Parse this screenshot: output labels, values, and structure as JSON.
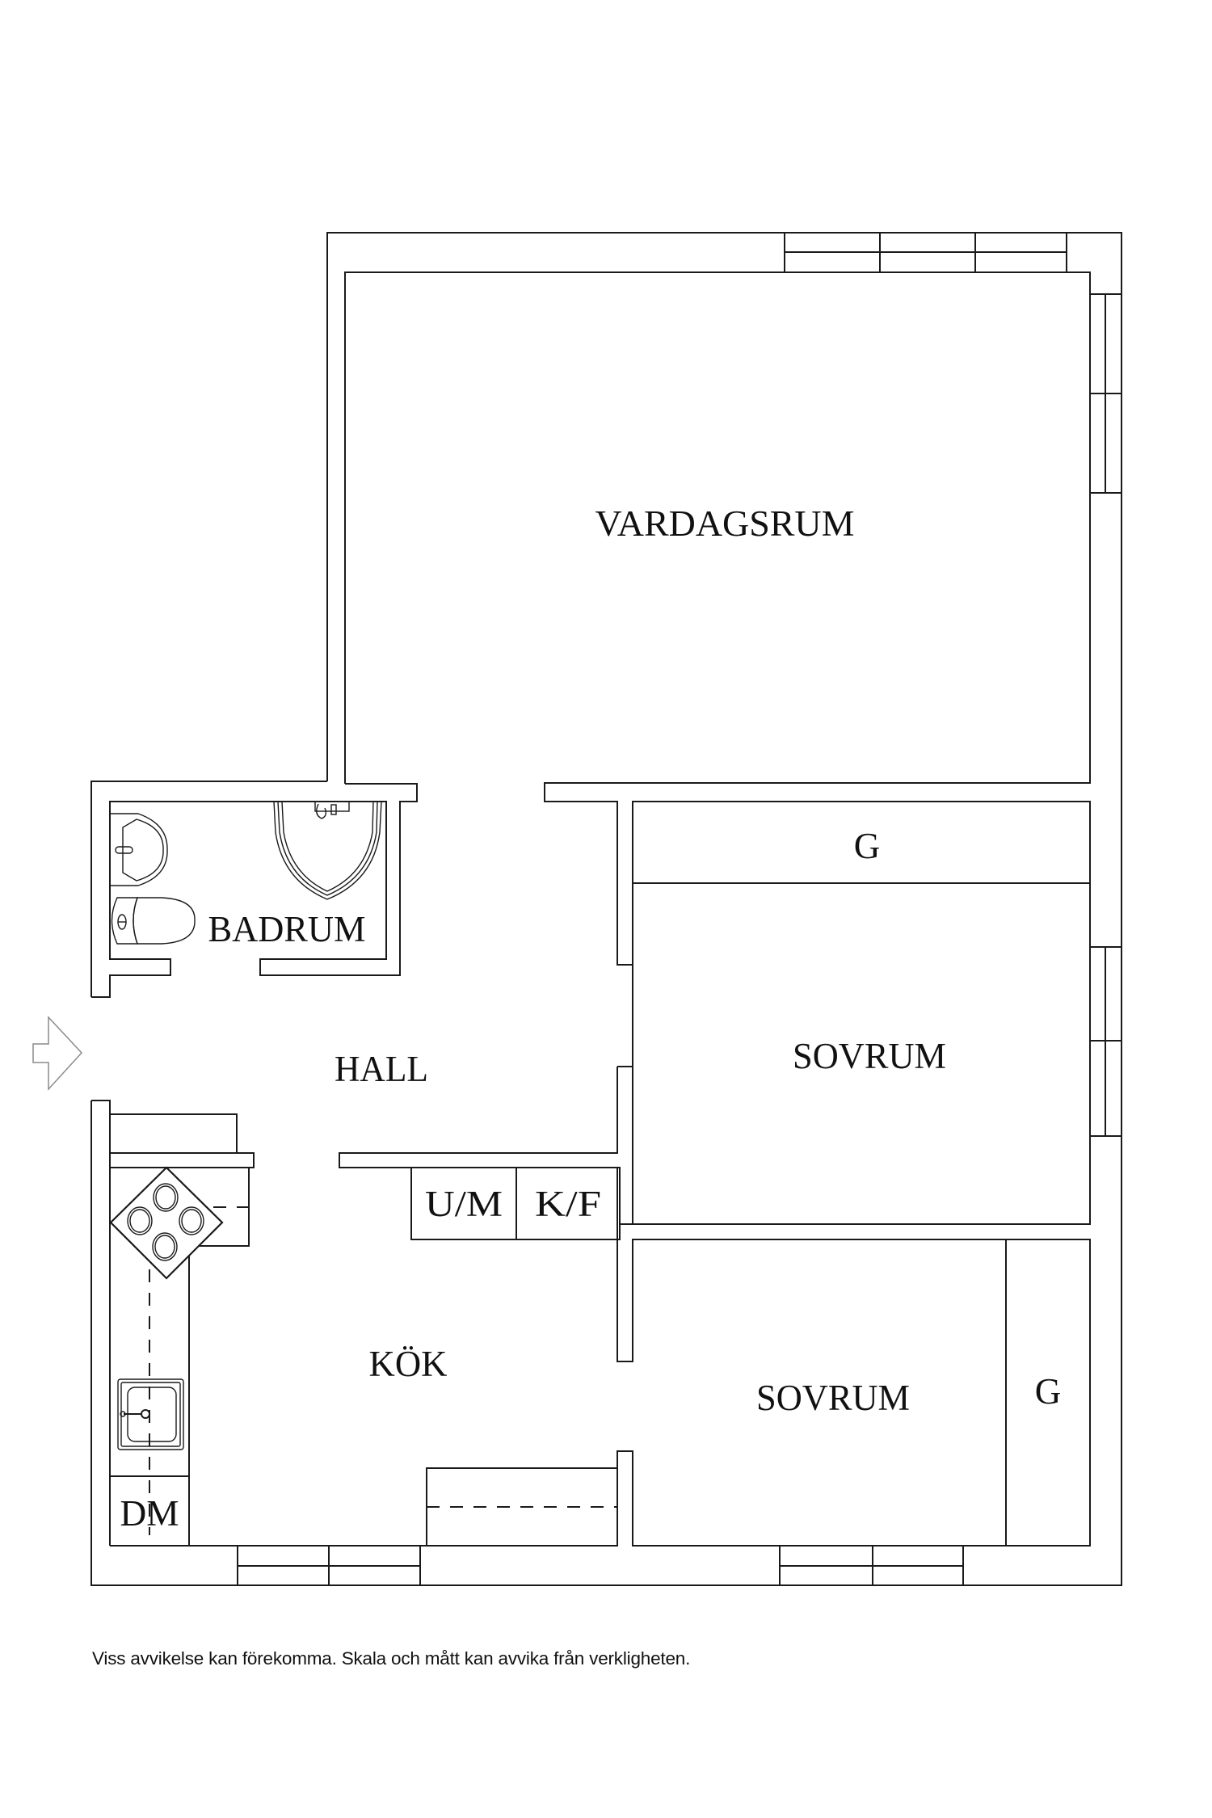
{
  "plan": {
    "rooms": {
      "living_room": "VARDAGSRUM",
      "bathroom": "BADRUM",
      "hall": "HALL",
      "kitchen": "KÖK",
      "bedroom_1": "SOVRUM",
      "bedroom_2": "SOVRUM"
    },
    "closets": {
      "wardrobe_1": "G",
      "wardrobe_2": "G",
      "washer_dryer": "U/M",
      "fridge_freezer": "K/F",
      "dishwasher": "DM"
    },
    "icons": {
      "entrance": "entrance-arrow-icon",
      "stove": "stove-icon",
      "sink": "kitchen-sink-icon",
      "washbasin": "washbasin-icon",
      "toilet": "toilet-icon",
      "shower": "shower-icon",
      "window": "window-icon"
    },
    "colors": {
      "walls": "#1a1a1a",
      "background": "#ffffff",
      "entrance_arrow": "#8a8a8a"
    }
  },
  "footer": {
    "disclaimer": "Viss avvikelse kan förekomma. Skala och mått kan avvika från verkligheten."
  }
}
